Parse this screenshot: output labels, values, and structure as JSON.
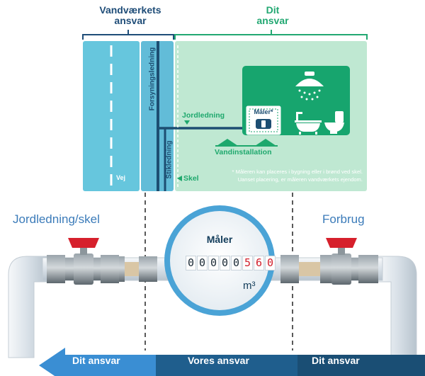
{
  "header": {
    "left_line1": "Vandværkets",
    "left_line2": "ansvar",
    "right_line1": "Dit",
    "right_line2": "ansvar"
  },
  "map": {
    "road_label": "Vej",
    "supply_pipe_label": "Forsyningsledning",
    "service_pipe_label": "Stikledning",
    "boundary_label": "Skel",
    "ground_pipe_label": "Jordledning",
    "meter_label": "Måler*",
    "installation_label": "Vandinstallation",
    "note_line1": "* Måleren kan placeres i bygning eller i brønd ved skel.",
    "note_line2": "Uanset placering, er måleren vandværkets ejendom."
  },
  "pipe_section": {
    "left_label": "Jordledning/skel",
    "right_label": "Forbrug",
    "gauge_title": "Måler",
    "reading_black": [
      "0",
      "0",
      "0",
      "0",
      "0"
    ],
    "reading_red": [
      "5",
      "6",
      "0"
    ],
    "unit": "m³"
  },
  "bottom_arrow": {
    "left": "Dit ansvar",
    "middle": "Vores ansvar",
    "right": "Dit ansvar"
  },
  "colors": {
    "road": "#66c6dd",
    "supply": "#62bcd8",
    "property": "#bfe8d2",
    "house": "#17a56e",
    "arrow_left": "#3a8ed3",
    "arrow_mid": "#1f5e8d",
    "arrow_right": "#1a4e74"
  }
}
